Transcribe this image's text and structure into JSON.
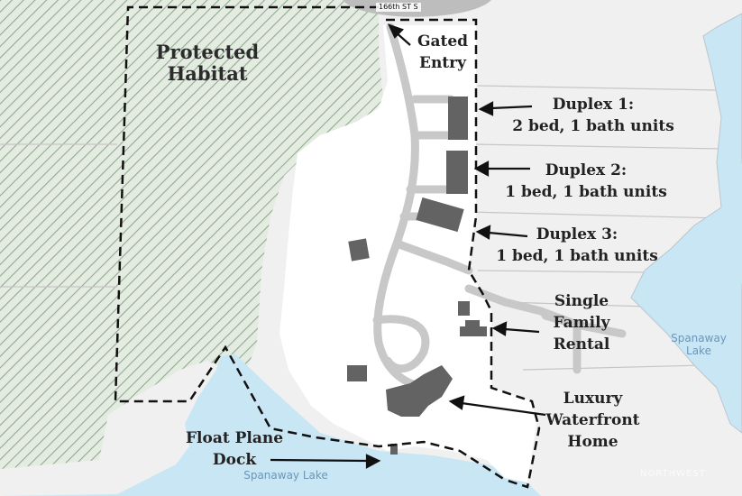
{
  "labels": {
    "street": "166th ST S",
    "gated_entry": [
      "Gated",
      "Entry"
    ],
    "protected_habitat": [
      "Protected",
      "Habitat"
    ],
    "duplex1": [
      "Duplex 1:",
      "2 bed, 1 bath units"
    ],
    "duplex2": [
      "Duplex 2:",
      "1 bed, 1 bath units"
    ],
    "duplex3": [
      "Duplex 3:",
      "1 bed, 1 bath units"
    ],
    "single_family": [
      "Single",
      "Family",
      "Rental"
    ],
    "luxury_home": [
      "Luxury",
      "Waterfront",
      "Home"
    ],
    "float_plane_dock": [
      "Float Plane",
      "Dock"
    ],
    "lake_east": [
      "Spanaway",
      "Lake"
    ],
    "lake_south": "Spanaway Lake",
    "watermark": "NORTHWEST"
  },
  "colors": {
    "land": "#f0f0f0",
    "property": "#ffffff",
    "water": "#c9e6f5",
    "habitat_hatch": "#8faa8f",
    "road": "#c8c8c8",
    "building": "#636363",
    "boundary": "#111111"
  }
}
